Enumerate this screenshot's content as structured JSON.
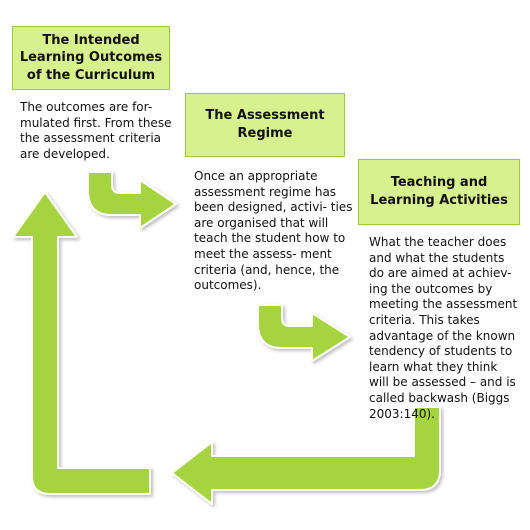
{
  "boxes": [
    {
      "title": "The Intended Learning Outcomes of the Curriculum"
    },
    {
      "title": "The Assessment Regime"
    },
    {
      "title": "Teaching and Learning Activities"
    }
  ],
  "descriptions": [
    "The outcomes are for- mulated first. From these the assessment criteria are developed.",
    "Once an appropriate assessment regime has been designed, activi- ties are organised that will teach the student how to meet the assess- ment criteria (and, hence, the outcomes).",
    "What the teacher does and what the students do are aimed at achiev- ing the outcomes by meeting the assessment criteria. This takes advantage of the known tendency of students to learn what they think will be assessed – and is called backwash (Biggs 2003:140)."
  ],
  "colors": {
    "box_fill": "#d7f18e",
    "box_border": "#9cc84a",
    "arrow_fill": "#a6d33f",
    "arrow_stroke": "#ffffff"
  },
  "icons": [
    "curved-arrow-right-icon",
    "curved-arrow-right-icon",
    "curved-arrow-left-icon",
    "arrow-up-icon"
  ]
}
